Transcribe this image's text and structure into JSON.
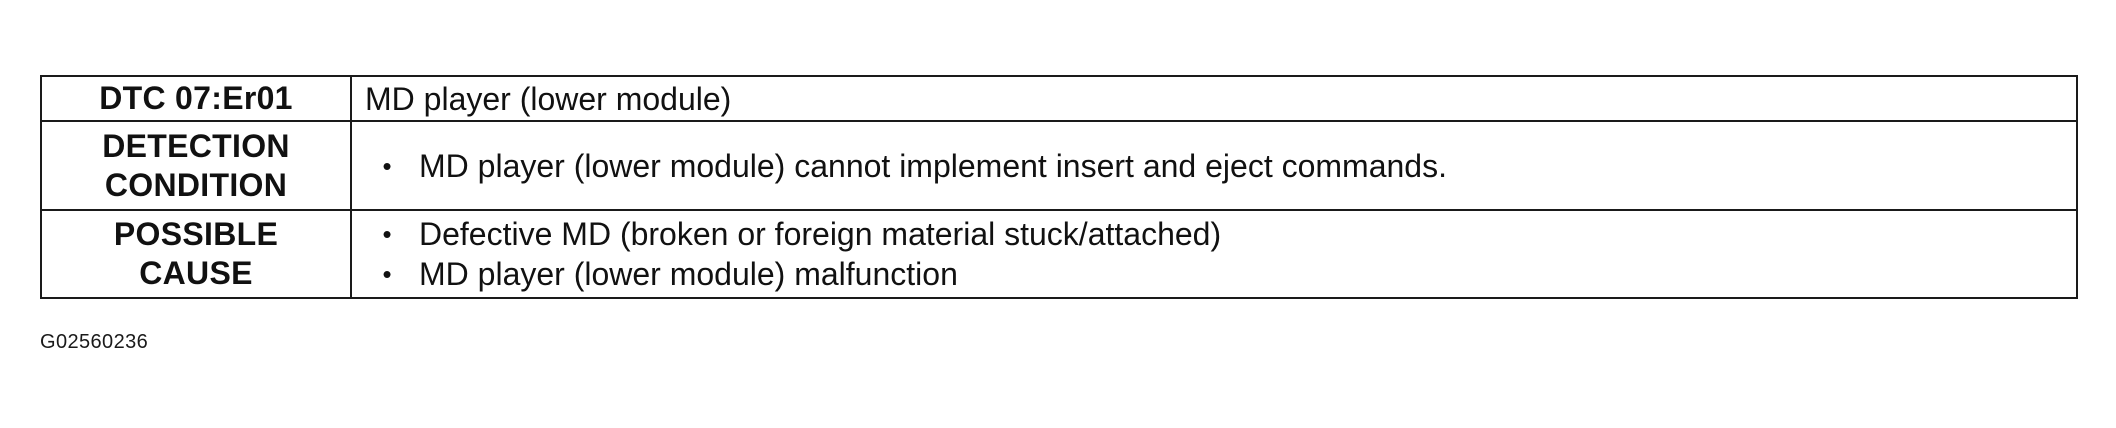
{
  "table": {
    "rows": [
      {
        "label": "DTC 07:Er01",
        "text": "MD player (lower module)"
      },
      {
        "label_lines": [
          "DETECTION",
          "CONDITION"
        ],
        "items": [
          "MD player (lower module) cannot implement insert and eject commands."
        ]
      },
      {
        "label_lines": [
          "POSSIBLE",
          "CAUSE"
        ],
        "items": [
          "Defective MD (broken or foreign material stuck/attached)",
          "MD player (lower module) malfunction"
        ]
      }
    ],
    "bullet_symbol": "•"
  },
  "figure_code": "G02560236"
}
